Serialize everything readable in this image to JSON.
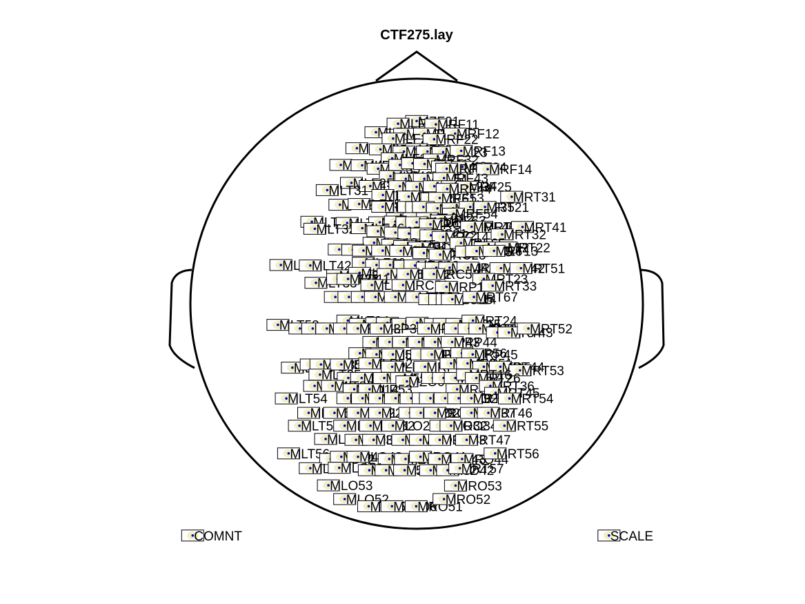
{
  "title": "CTF275.lay",
  "channels": [
    [
      "MZF01",
      0.0,
      0.812
    ],
    [
      "MLF11",
      -0.082,
      0.8
    ],
    [
      "MRF11",
      0.085,
      0.797
    ],
    [
      "MLF12",
      -0.18,
      0.762
    ],
    [
      "MLF21",
      -0.053,
      0.755
    ],
    [
      "MRF21",
      0.035,
      0.756
    ],
    [
      "MRF12",
      0.17,
      0.756
    ],
    [
      "MLF22",
      -0.104,
      0.734
    ],
    [
      "MRF22",
      0.077,
      0.731
    ],
    [
      "MLF13",
      -0.264,
      0.691
    ],
    [
      "MLF23",
      -0.16,
      0.686
    ],
    [
      "MZF02",
      0.0,
      0.687
    ],
    [
      "MLF31",
      -0.056,
      0.676
    ],
    [
      "MRF31",
      0.048,
      0.676
    ],
    [
      "MRF23",
      0.117,
      0.674
    ],
    [
      "MRF13",
      0.197,
      0.679
    ],
    [
      "MLF32",
      -0.108,
      0.646
    ],
    [
      "MRF32",
      0.078,
      0.641
    ],
    [
      "MLF14",
      -0.335,
      0.617
    ],
    [
      "MLF24",
      -0.241,
      0.615
    ],
    [
      "MLF33",
      -0.17,
      0.6
    ],
    [
      "MLF42",
      -0.074,
      0.617
    ],
    [
      "MLF41",
      -0.018,
      0.624
    ],
    [
      "MRF41",
      0.035,
      0.621
    ],
    [
      "MRF42",
      0.114,
      0.61
    ],
    [
      "MRF24",
      0.202,
      0.608
    ],
    [
      "MRF33",
      0.133,
      0.6
    ],
    [
      "MRF14",
      0.314,
      0.598
    ],
    [
      "MLF43",
      -0.116,
      0.567
    ],
    [
      "MLF51",
      -0.048,
      0.555
    ],
    [
      "MRF51",
      0.034,
      0.555
    ],
    [
      "MRF43",
      0.121,
      0.558
    ],
    [
      "MLF25",
      -0.288,
      0.537
    ],
    [
      "MLF34",
      -0.205,
      0.523
    ],
    [
      "MLF52",
      -0.074,
      0.522
    ],
    [
      "MZF03",
      0.0,
      0.519
    ],
    [
      "MRF52",
      0.078,
      0.522
    ],
    [
      "MRF34",
      0.158,
      0.522
    ],
    [
      "MRF25",
      0.224,
      0.52
    ],
    [
      "MRF44",
      0.135,
      0.51
    ],
    [
      "MLT31",
      -0.395,
      0.505
    ],
    [
      "MLF53",
      -0.149,
      0.483
    ],
    [
      "MLF61",
      -0.035,
      0.476
    ],
    [
      "MRF61",
      0.067,
      0.468
    ],
    [
      "MRF53",
      0.102,
      0.47
    ],
    [
      "MRT31",
      0.42,
      0.475
    ],
    [
      "MLT21",
      -0.339,
      0.44
    ],
    [
      "MLF35",
      -0.254,
      0.443
    ],
    [
      "MLF45",
      -0.15,
      0.431
    ],
    [
      "MLF62",
      -0.035,
      0.43
    ],
    [
      "MLC11",
      0.0,
      0.429
    ],
    [
      "MRC11",
      0.03,
      0.43
    ],
    [
      "MRF62",
      0.092,
      0.424
    ],
    [
      "MRF45",
      0.162,
      0.424
    ],
    [
      "MRF35",
      0.237,
      0.43
    ],
    [
      "MRT21",
      0.302,
      0.43
    ],
    [
      "MRF54",
      0.163,
      0.4
    ],
    [
      "MLF63",
      -0.085,
      0.38
    ],
    [
      "MLC12",
      -0.012,
      0.38
    ],
    [
      "MRC12",
      0.048,
      0.38
    ],
    [
      "MRF63",
      0.11,
      0.37
    ],
    [
      "MLT41",
      -0.463,
      0.364
    ],
    [
      "MLT11",
      -0.307,
      0.359
    ],
    [
      "MLF54",
      -0.163,
      0.362
    ],
    [
      "MLF64",
      -0.094,
      0.365
    ],
    [
      "MLO11",
      -0.043,
      0.362
    ],
    [
      "MZC01",
      0.0,
      0.362
    ],
    [
      "MRC13",
      0.061,
      0.353
    ],
    [
      "MRT11",
      0.288,
      0.342
    ],
    [
      "MRF46",
      0.243,
      0.342
    ],
    [
      "MRT41",
      0.468,
      0.341
    ],
    [
      "MLT32",
      -0.45,
      0.333
    ],
    [
      "MLF46",
      -0.24,
      0.336
    ],
    [
      "MLF65",
      -0.171,
      0.322
    ],
    [
      "MLC21",
      -0.094,
      0.316
    ],
    [
      "MLC22",
      -0.034,
      0.312
    ],
    [
      "MRC21",
      0.022,
      0.312
    ],
    [
      "MRC22",
      0.063,
      0.304
    ],
    [
      "MRC14",
      0.117,
      0.297
    ],
    [
      "MRT32",
      0.378,
      0.308
    ],
    [
      "MLC13",
      -0.188,
      0.271
    ],
    [
      "MLC15",
      -0.106,
      0.262
    ],
    [
      "MLC31",
      -0.053,
      0.256
    ],
    [
      "MRC31",
      0.012,
      0.25
    ],
    [
      "MRF65",
      0.196,
      0.27
    ],
    [
      "MRT12",
      0.303,
      0.25
    ],
    [
      "MRT22",
      0.396,
      0.25
    ],
    [
      "MLT12",
      -0.342,
      0.241
    ],
    [
      "MLT22",
      -0.282,
      0.24
    ],
    [
      "MLC14",
      -0.235,
      0.236
    ],
    [
      "MLC32",
      -0.15,
      0.236
    ],
    [
      "MZC02",
      -0.07,
      0.235
    ],
    [
      "MRC32",
      0.032,
      0.225
    ],
    [
      "MRC23",
      0.104,
      0.218
    ],
    [
      "MRC15",
      0.22,
      0.232
    ],
    [
      "MRC16",
      0.265,
      0.234
    ],
    [
      "MRT13",
      0.342,
      0.235
    ],
    [
      "MLT51",
      -0.6,
      0.172
    ],
    [
      "MLT42",
      -0.47,
      0.17
    ],
    [
      "MLF66",
      -0.236,
      0.182
    ],
    [
      "MLC23",
      -0.177,
      0.172
    ],
    [
      "MLC16",
      -0.117,
      0.172
    ],
    [
      "MLC41",
      -0.052,
      0.168
    ],
    [
      "MZC03",
      -0.007,
      0.17
    ],
    [
      "MRC41",
      0.047,
      0.16
    ],
    [
      "MRC24",
      0.087,
      0.16
    ],
    [
      "MRC42",
      0.146,
      0.16
    ],
    [
      "MRF66",
      0.227,
      0.16
    ],
    [
      "MRT42",
      0.373,
      0.158
    ],
    [
      "MRT51",
      0.461,
      0.158
    ],
    [
      "MLT13",
      -0.349,
      0.126
    ],
    [
      "MLC24",
      -0.252,
      0.137
    ],
    [
      "MLC53",
      -0.126,
      0.132
    ],
    [
      "MLC42",
      -0.039,
      0.132
    ],
    [
      "MRC53",
      0.076,
      0.132
    ],
    [
      "MRT23",
      0.297,
      0.11
    ],
    [
      "MLT33",
      -0.445,
      0.093
    ],
    [
      "MLT23",
      -0.349,
      0.11
    ],
    [
      "MLP11",
      -0.303,
      0.11
    ],
    [
      "MLC51",
      -0.198,
      0.083
    ],
    [
      "MRC51",
      -0.06,
      0.083
    ],
    [
      "MRP11",
      0.132,
      0.075
    ],
    [
      "MRT33",
      0.336,
      0.08
    ],
    [
      "MLT14",
      -0.359,
      0.03
    ],
    [
      "MLP12",
      -0.299,
      0.03
    ],
    [
      "MLC54",
      -0.24,
      0.03
    ],
    [
      "MLC52",
      -0.182,
      0.03
    ],
    [
      "MLC55",
      -0.094,
      0.03
    ],
    [
      "MZC04",
      0.0,
      0.03
    ],
    [
      "MRC54",
      0.058,
      0.02
    ],
    [
      "MRC52",
      0.102,
      0.02
    ],
    [
      "MRC55",
      0.135,
      0.02
    ],
    [
      "MRT14",
      0.158,
      0.02
    ],
    [
      "MRT67",
      0.253,
      0.03
    ],
    [
      "MLT24",
      -0.304,
      -0.075
    ],
    [
      "MLP21",
      -0.248,
      -0.09
    ],
    [
      "MLP22",
      -0.176,
      -0.085
    ],
    [
      "MLP31",
      -0.129,
      -0.085
    ],
    [
      "MZP01",
      -0.061,
      -0.09
    ],
    [
      "MRP31",
      0.002,
      -0.085
    ],
    [
      "MRP21",
      0.083,
      -0.09
    ],
    [
      "MRP22",
      0.122,
      -0.09
    ],
    [
      "MRT15",
      0.178,
      -0.09
    ],
    [
      "MRT24",
      0.249,
      -0.075
    ],
    [
      "MLT52",
      -0.613,
      -0.094
    ],
    [
      "MLT43",
      -0.516,
      -0.11
    ],
    [
      "MLT34",
      -0.459,
      -0.11
    ],
    [
      "MLP32",
      -0.397,
      -0.11
    ],
    [
      "MLP41",
      -0.319,
      -0.11
    ],
    [
      "MLP33",
      -0.26,
      -0.11
    ],
    [
      "MLP34",
      -0.157,
      -0.11
    ],
    [
      "MRP34",
      0.053,
      -0.11
    ],
    [
      "MRP32",
      0.172,
      -0.11
    ],
    [
      "MRP33",
      0.232,
      -0.11
    ],
    [
      "MRT25",
      0.28,
      -0.11
    ],
    [
      "MRT34",
      0.357,
      -0.128
    ],
    [
      "MRT43",
      0.408,
      -0.128
    ],
    [
      "MRT52",
      0.494,
      -0.11
    ],
    [
      "MLP42",
      -0.189,
      -0.17
    ],
    [
      "MLP43",
      -0.12,
      -0.17
    ],
    [
      "MLP44",
      -0.058,
      -0.17
    ],
    [
      "MRP42",
      0.011,
      -0.17
    ],
    [
      "MRP43",
      0.081,
      -0.17
    ],
    [
      "MRP44",
      0.157,
      -0.17
    ],
    [
      "MLP45",
      -0.251,
      -0.22
    ],
    [
      "MLP56",
      -0.177,
      -0.225
    ],
    [
      "MLP35",
      -0.105,
      -0.225
    ],
    [
      "MZP02",
      0.023,
      -0.225
    ],
    [
      "MRP35",
      0.067,
      -0.225
    ],
    [
      "MRP56",
      0.2,
      -0.22
    ],
    [
      "MRP45",
      0.248,
      -0.225
    ],
    [
      "MLT63",
      -0.549,
      -0.284
    ],
    [
      "MLT44",
      -0.466,
      -0.27
    ],
    [
      "MLT35",
      -0.423,
      -0.27
    ],
    [
      "MLP51",
      -0.333,
      -0.27
    ],
    [
      "MLP52",
      -0.207,
      -0.265
    ],
    [
      "MLP53",
      -0.108,
      -0.28
    ],
    [
      "MRP53",
      0.037,
      -0.28
    ],
    [
      "MRP52",
      0.152,
      -0.265
    ],
    [
      "MRP51",
      0.225,
      -0.265
    ],
    [
      "MRT35",
      0.297,
      -0.28
    ],
    [
      "MRT44",
      0.37,
      -0.28
    ],
    [
      "MRT53",
      0.457,
      -0.296
    ],
    [
      "MLT25",
      -0.427,
      -0.315
    ],
    [
      "MLT26",
      -0.302,
      -0.33
    ],
    [
      "MLP54",
      -0.243,
      -0.33
    ],
    [
      "MLP55",
      -0.143,
      -0.33
    ],
    [
      "MLP57",
      -0.067,
      -0.33
    ],
    [
      "MZO01",
      -0.043,
      -0.345
    ],
    [
      "MRP55",
      0.071,
      -0.33
    ],
    [
      "MRP54",
      0.119,
      -0.33
    ],
    [
      "MRP57",
      0.171,
      -0.33
    ],
    [
      "MRT16",
      0.225,
      -0.315
    ],
    [
      "MRT26",
      0.264,
      -0.33
    ],
    [
      "MLT45",
      -0.451,
      -0.365
    ],
    [
      "MLT36",
      -0.372,
      -0.365
    ],
    [
      "MLO14",
      -0.276,
      -0.38
    ],
    [
      "MLP53",
      -0.208,
      -0.38
    ],
    [
      "MRO14",
      0.179,
      -0.38
    ],
    [
      "MRT36",
      0.326,
      -0.365
    ],
    [
      "MRT45",
      0.349,
      -0.396
    ],
    [
      "MLT54",
      -0.576,
      -0.421
    ],
    [
      "MLO24",
      -0.304,
      -0.42
    ],
    [
      "MLO13",
      -0.239,
      -0.42
    ],
    [
      "MLO12",
      -0.163,
      -0.42
    ],
    [
      "MLO11",
      -0.093,
      -0.42
    ],
    [
      "MZO02",
      -0.024,
      -0.42
    ],
    [
      "MRO11",
      0.029,
      -0.42
    ],
    [
      "MRO12",
      0.061,
      -0.42
    ],
    [
      "MRO13",
      0.126,
      -0.42
    ],
    [
      "MRO24",
      0.186,
      -0.42
    ],
    [
      "MRT27",
      0.242,
      -0.42
    ],
    [
      "MRT54",
      0.41,
      -0.421
    ],
    [
      "MLT46",
      -0.477,
      -0.485
    ],
    [
      "MLT37",
      -0.363,
      -0.485
    ],
    [
      "MLO22",
      -0.259,
      -0.485
    ],
    [
      "MLO21",
      -0.163,
      -0.485
    ],
    [
      "MRO21",
      -0.03,
      -0.485
    ],
    [
      "MRO22",
      0.018,
      -0.485
    ],
    [
      "MRO23",
      0.081,
      -0.485
    ],
    [
      "MRT37",
      0.242,
      -0.485
    ],
    [
      "MRT46",
      0.317,
      -0.485
    ],
    [
      "MLT55",
      -0.518,
      -0.542
    ],
    [
      "MLO34",
      -0.318,
      -0.542
    ],
    [
      "MLO32",
      -0.204,
      -0.542
    ],
    [
      "MLO23",
      -0.105,
      -0.542
    ],
    [
      "MRO32",
      0.107,
      -0.542
    ],
    [
      "MRO34",
      0.152,
      -0.542
    ],
    [
      "MRT55",
      0.388,
      -0.542
    ],
    [
      "MLT47",
      -0.402,
      -0.601
    ],
    [
      "MLO33",
      -0.268,
      -0.605
    ],
    [
      "MLO31",
      -0.19,
      -0.605
    ],
    [
      "MZO03",
      -0.061,
      -0.605
    ],
    [
      "MRO31",
      0.017,
      -0.605
    ],
    [
      "MRO33",
      0.102,
      -0.605
    ],
    [
      "MRT47",
      0.221,
      -0.605
    ],
    [
      "MLT56",
      -0.566,
      -0.665
    ],
    [
      "MLO42",
      -0.38,
      -0.69
    ],
    [
      "MLO44",
      -0.333,
      -0.68
    ],
    [
      "MLO43",
      -0.259,
      -0.68
    ],
    [
      "MLO41",
      -0.121,
      -0.69
    ],
    [
      "MZO04",
      -0.049,
      -0.69
    ],
    [
      "MRO41",
      0.017,
      -0.68
    ],
    [
      "MRO43",
      0.101,
      -0.69
    ],
    [
      "MRO44",
      0.201,
      -0.69
    ],
    [
      "MRT56",
      0.347,
      -0.665
    ],
    [
      "MLT57",
      -0.47,
      -0.731
    ],
    [
      "MLO51",
      -0.342,
      -0.729
    ],
    [
      "MLO52",
      -0.209,
      -0.74
    ],
    [
      "MLO53",
      -0.135,
      -0.74
    ],
    [
      "MZO05",
      -0.053,
      -0.74
    ],
    [
      "MRO52",
      0.062,
      -0.74
    ],
    [
      "MRO42",
      0.137,
      -0.74
    ],
    [
      "MRT57",
      0.191,
      -0.731
    ],
    [
      "MRO53",
      0.172,
      -0.808
    ],
    [
      "MLO53",
      -0.39,
      -0.807
    ],
    [
      "MLO52",
      -0.318,
      -0.868
    ],
    [
      "MLO51",
      -0.212,
      -0.9
    ],
    [
      "MZO06",
      -0.109,
      -0.9
    ],
    [
      "MRO51",
      -0.002,
      -0.9
    ],
    [
      "MRO52",
      0.121,
      -0.868
    ]
  ],
  "extras": [
    [
      "COMNT",
      -0.99,
      -1.03
    ],
    [
      "SCALE",
      0.85,
      -1.03
    ]
  ]
}
